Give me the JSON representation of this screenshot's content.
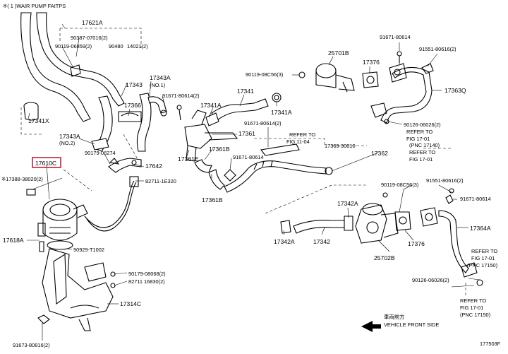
{
  "header": {
    "title": "※( 1 )WAIR PUMP   FAITPS"
  },
  "diagram_id": "177503F",
  "highlight_part": "17610C",
  "vehicle_front": {
    "jp": "車両前方",
    "en": "VEHICLE FRONT SIDE"
  },
  "labels": {
    "p17621A": "17621A",
    "p90387": "90387-07016(2)",
    "p90119_06859": "90119-06859(2)",
    "p90480": "90480",
    "p14021": "14021(2)",
    "p17343": "17343",
    "p17343A_no1": "17343A",
    "no1": "(NO.1)",
    "p91671_a": "91671-80614(2)",
    "p17366": "17366",
    "p17341X": "17341X",
    "p17343A_no2": "17343A",
    "no2": "(NO.2)",
    "p90179": "90179-06274",
    "p17642": "17642",
    "p17610C": "17610C",
    "p17388": "※17388-38020(2)",
    "p82711_1e": "82711-1E320",
    "p17618A": "17618A",
    "p90929": "90929-T1002",
    "p90179_08068": "90179-08068(2)",
    "p82711_16830": "82711 16830(2)",
    "p17314C": "17314C",
    "p91673": "91673-80816(2)",
    "p17341": "17341",
    "p17341A_a": "17341A",
    "p17341A_b": "17341A",
    "p17361": "17361",
    "p91671_b": "91671-80614(2)",
    "p17361E": "17361E",
    "p17361B_a": "17361B",
    "p17361B_b": "17361B",
    "p91671_c": "91671-80614",
    "p17369": "17369-30010",
    "ref_11_04": "REFER TO",
    "ref_11_04b": "FIG 11-04",
    "p25701B": "25701B",
    "p90119_08c56_a": "90119-08C56(3)",
    "p17376_a": "17376",
    "p91671_d": "91671-80614",
    "p91551_a": "91551-80616(2)",
    "p17363Q": "17363Q",
    "p90126_a": "90126-06026(2)",
    "ref_17_01_a": "REFER TO",
    "ref_17_01_ab": "FIG 17-01",
    "ref_17140": "(PNC 17140)",
    "ref_17_01_c": "REFER TO",
    "ref_17_01_cb": "FIG 17-01",
    "p17362": "17362",
    "p90119_08c56_b": "90119-08C56(3)",
    "p91551_b": "91551-80616(2)",
    "p91671_e": "91671-80614",
    "p17342A_a": "17342A",
    "p17342A_b": "17342A",
    "p17342": "17342",
    "p17376_b": "17376",
    "p25702B": "25702B",
    "p17364A": "17364A",
    "ref_17_01_d": "REFER TO",
    "ref_17_01_db": "FIG 17-01",
    "ref_17150_top": "(PNC 17150)",
    "p90126_b": "90126-06026(2)",
    "ref_17_01_e": "REFER TO",
    "ref_17_01_eb": "FIG 17-01",
    "ref_17150": "(PNC 17150)"
  }
}
